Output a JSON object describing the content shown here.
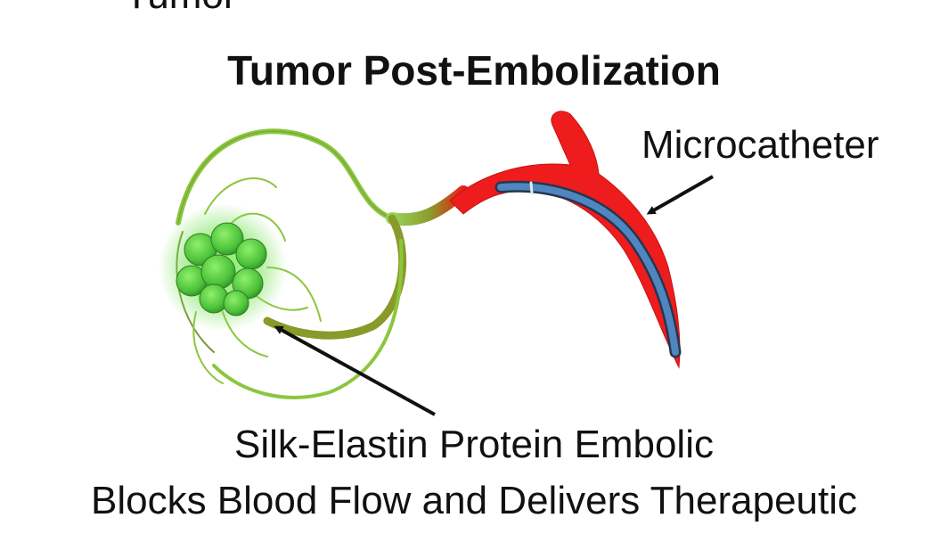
{
  "figure": {
    "cut_label": "Tumor",
    "title": "Tumor Post-Embolization",
    "labels": {
      "microcatheter": "Microcatheter",
      "embolic_line1": "Silk-Elastin Protein Embolic",
      "embolic_line2": "Blocks Blood Flow and Delivers Therapeutic"
    },
    "colors": {
      "artery": "#ee1c1c",
      "catheter": "#3a6fa3",
      "catheter_outline": "#24364f",
      "vessel_embolized": "#8cc63f",
      "tumor": "#5fd14a",
      "arrow": "#111111"
    }
  }
}
